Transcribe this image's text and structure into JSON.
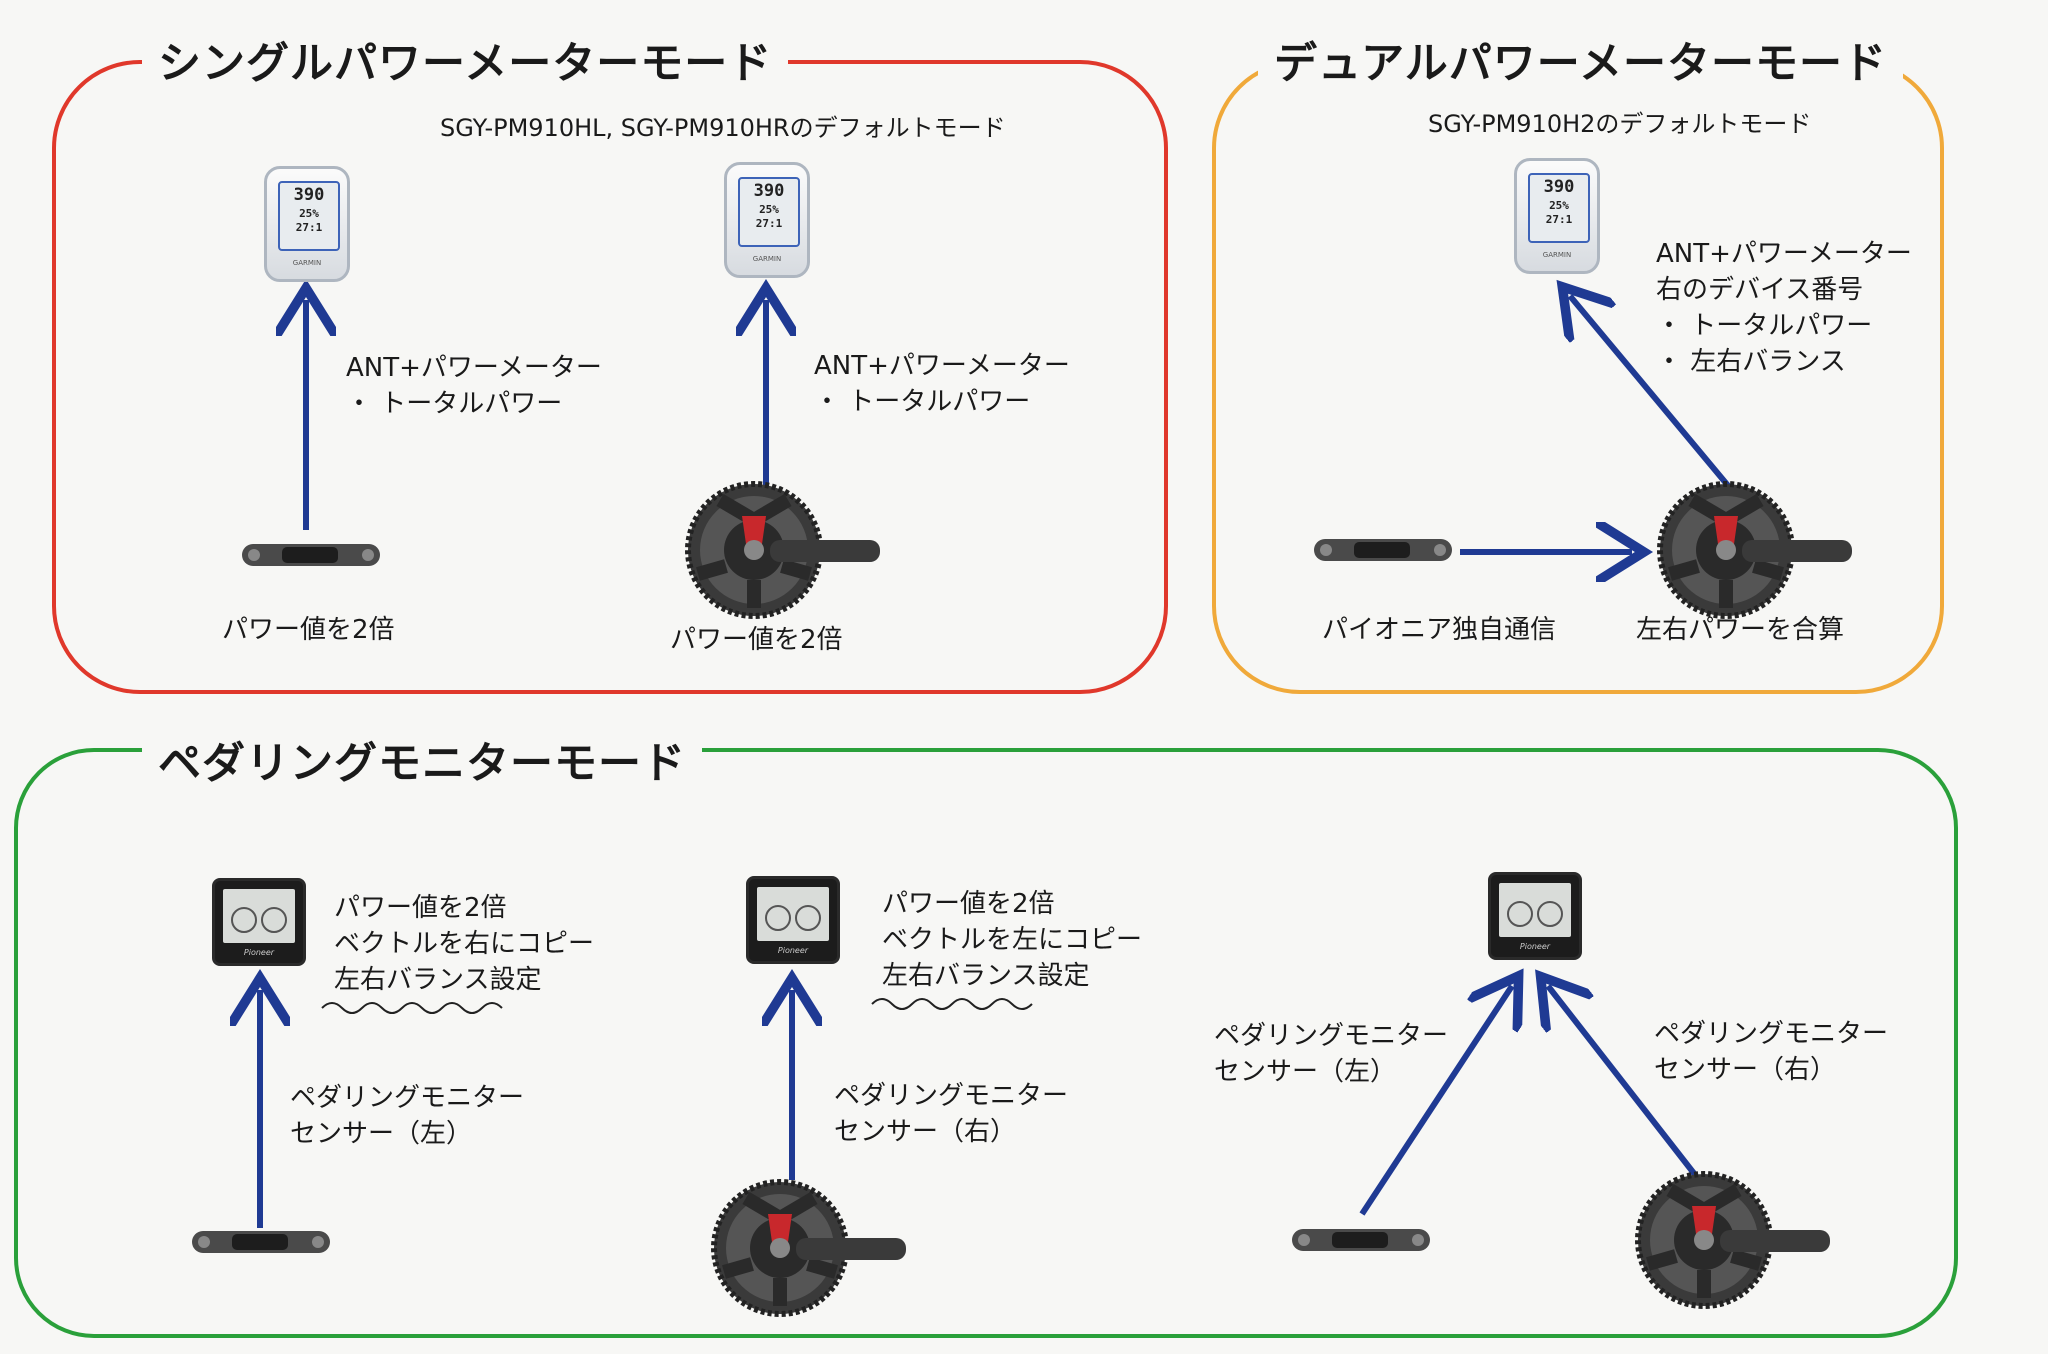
{
  "single": {
    "title": "シングルパワーメーターモード",
    "subtitle": "SGY-PM910HL, SGY-PM910HRのデフォルトモード",
    "left_caption": [
      "ANT+パワーメーター",
      "・ トータルパワー"
    ],
    "right_caption": [
      "ANT+パワーメーター",
      "・ トータルパワー"
    ],
    "left_bottom": "パワー値を2倍",
    "right_bottom": "パワー値を2倍",
    "screen_main": "390",
    "screen_sub": [
      "25%",
      "27:1"
    ]
  },
  "dual": {
    "title": "デュアルパワーメーターモード",
    "subtitle": "SGY-PM910H2のデフォルトモード",
    "caption": [
      "ANT+パワーメーター",
      "右のデバイス番号",
      "・ トータルパワー",
      "・ 左右バランス"
    ],
    "bottom_left": "パイオニア独自通信",
    "bottom_right": "左右パワーを合算"
  },
  "pedal": {
    "title": "ペダリングモニターモード",
    "left_caption": [
      "パワー値を2倍",
      "ベクトルを右にコピー",
      "左右バランス設定"
    ],
    "mid_caption": [
      "パワー値を2倍",
      "ベクトルを左にコピー",
      "左右バランス設定"
    ],
    "left_sensor": [
      "ペダリングモニター",
      "センサー（左）"
    ],
    "mid_sensor": [
      "ペダリングモニター",
      "センサー（右）"
    ],
    "right_sensor_left": [
      "ペダリングモニター",
      "センサー（左）"
    ],
    "right_sensor_right": [
      "ペダリングモニター",
      "センサー（右）"
    ]
  },
  "colors": {
    "arrow": "#1f3a93",
    "single": "#e0382b",
    "dual": "#f0a93a",
    "pedal": "#2aa03a"
  },
  "icons": [
    "garmin-head-unit-icon",
    "pioneer-monitor-icon",
    "crank-arm-icon",
    "chainring-crankset-icon"
  ]
}
